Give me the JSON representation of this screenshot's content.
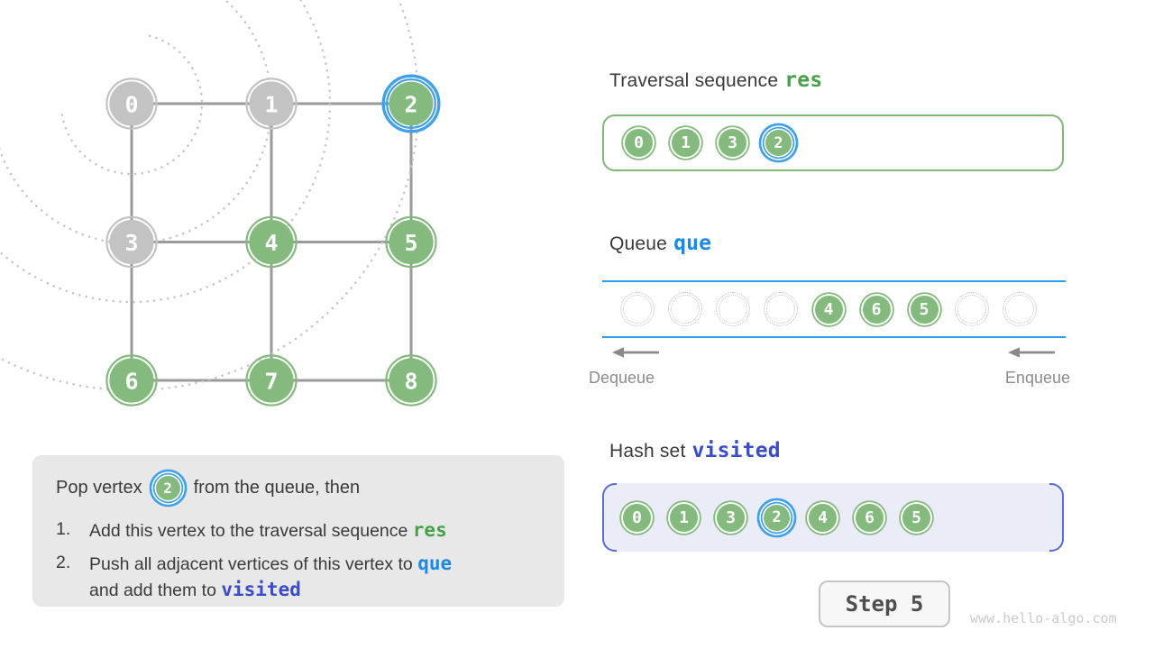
{
  "colors": {
    "node_green": "#85ba7e",
    "node_gray": "#c3c3c3",
    "highlight_blue": "#42a0e8",
    "res_green": "#47a14b",
    "que_blue": "#1e88e5",
    "visited_indigo": "#3b4cca",
    "queue_line_blue": "#2d9bf0",
    "edge_gray": "#9a9a9a",
    "arc_gray": "#c7c7c7"
  },
  "graph": {
    "vertices": [
      {
        "label": "0",
        "state": "gray"
      },
      {
        "label": "1",
        "state": "gray"
      },
      {
        "label": "2",
        "state": "green",
        "highlighted": true
      },
      {
        "label": "3",
        "state": "gray"
      },
      {
        "label": "4",
        "state": "green"
      },
      {
        "label": "5",
        "state": "green"
      },
      {
        "label": "6",
        "state": "green"
      },
      {
        "label": "7",
        "state": "green"
      },
      {
        "label": "8",
        "state": "green"
      }
    ],
    "edges": [
      [
        0,
        1
      ],
      [
        1,
        2
      ],
      [
        0,
        3
      ],
      [
        1,
        4
      ],
      [
        2,
        5
      ],
      [
        3,
        4
      ],
      [
        4,
        5
      ],
      [
        3,
        6
      ],
      [
        4,
        7
      ],
      [
        5,
        8
      ],
      [
        6,
        7
      ],
      [
        7,
        8
      ]
    ],
    "level_arc_radii": [
      78,
      155,
      220,
      318
    ]
  },
  "traversal": {
    "heading": "Traversal sequence",
    "code": "res",
    "values": [
      "0",
      "1",
      "3",
      "2"
    ],
    "highlight_index": 3
  },
  "queue": {
    "heading": "Queue",
    "code": "que",
    "slots": [
      null,
      null,
      null,
      null,
      "4",
      "6",
      "5",
      null,
      null
    ],
    "dequeue_label": "Dequeue",
    "enqueue_label": "Enqueue"
  },
  "hash_set": {
    "heading": "Hash set",
    "code": "visited",
    "values": [
      "0",
      "1",
      "3",
      "2",
      "4",
      "6",
      "5"
    ],
    "highlight_index": 3
  },
  "explanation": {
    "intro_before": "Pop vertex",
    "intro_vertex": "2",
    "intro_after": "from the queue, then",
    "items": [
      {
        "number": "1.",
        "parts": [
          {
            "text": "Add this vertex to the traversal sequence "
          },
          {
            "text": "res",
            "code": "res"
          }
        ]
      },
      {
        "number": "2.",
        "parts": [
          {
            "text": "Push all adjacent vertices of this vertex to "
          },
          {
            "text": "que",
            "code": "que"
          },
          {
            "break": true
          },
          {
            "text": "and add them to "
          },
          {
            "text": "visited",
            "code": "visited"
          }
        ]
      }
    ]
  },
  "step_button": {
    "label": "Step 5"
  },
  "watermark": "www.hello-algo.com"
}
